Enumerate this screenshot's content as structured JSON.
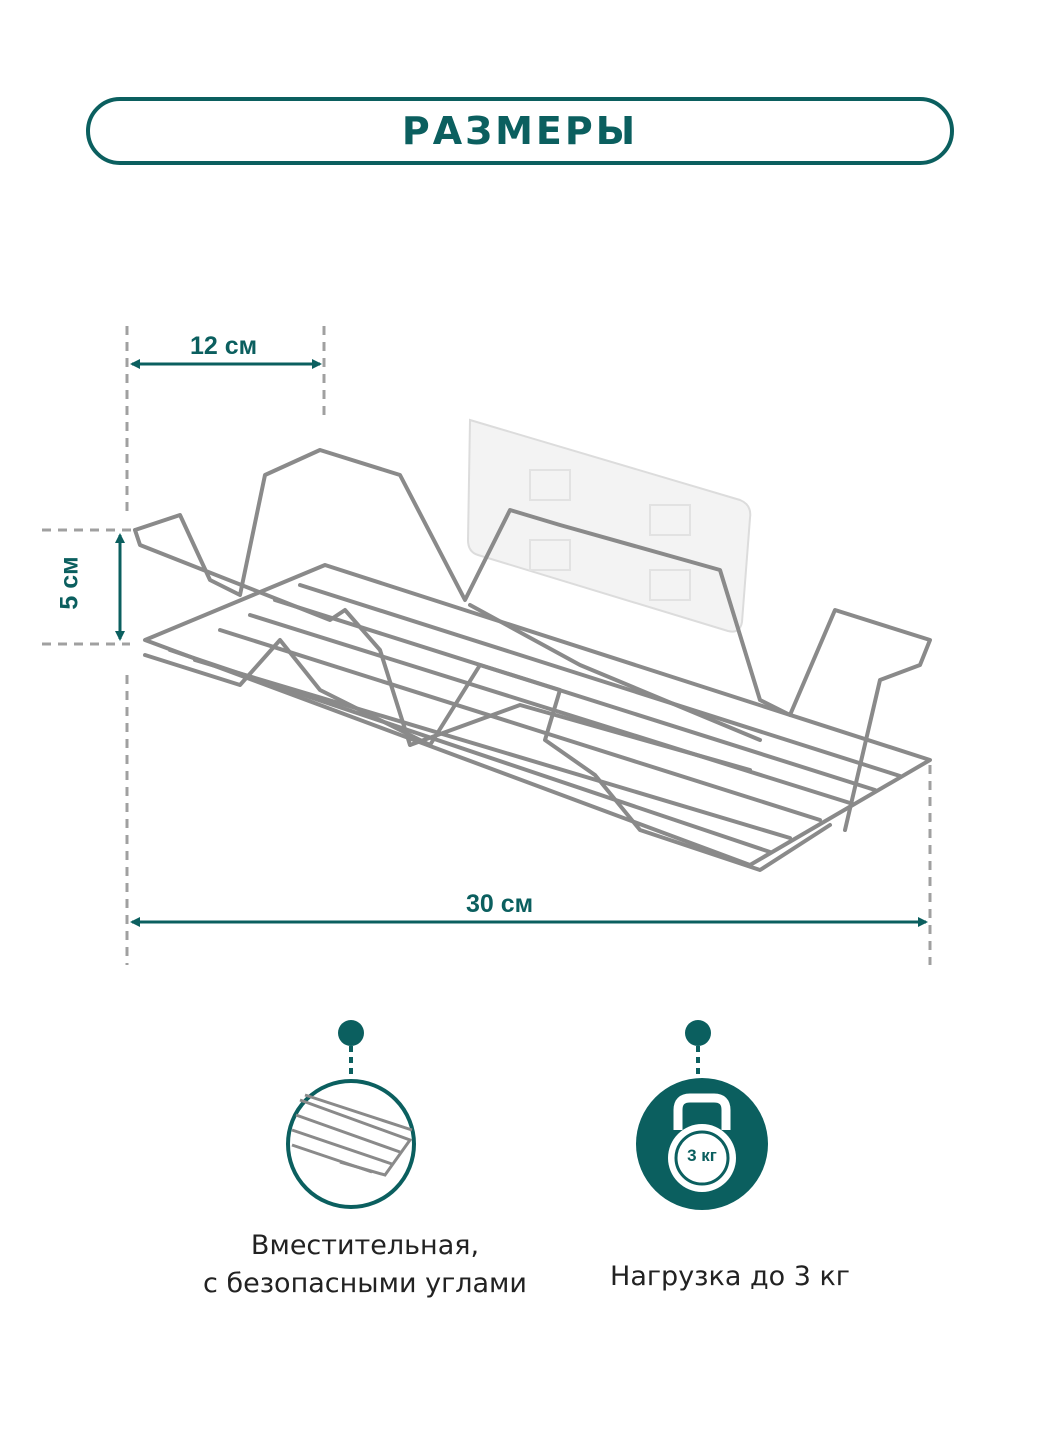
{
  "header": {
    "title": "РАЗМЕРЫ"
  },
  "dimensions": {
    "depth": "12 см",
    "height": "5 см",
    "width": "30 см"
  },
  "features": [
    {
      "text_line1": "Вместительная,",
      "text_line2": "с безопасными углами",
      "icon": "wire-grid-icon"
    },
    {
      "text": "Нагрузка до 3 кг",
      "icon": "kettlebell-icon",
      "badge": "3 кг"
    }
  ],
  "colors": {
    "accent": "#0b5f5f",
    "guide": "#a0a0a0",
    "wire": "#8a8a8a"
  }
}
